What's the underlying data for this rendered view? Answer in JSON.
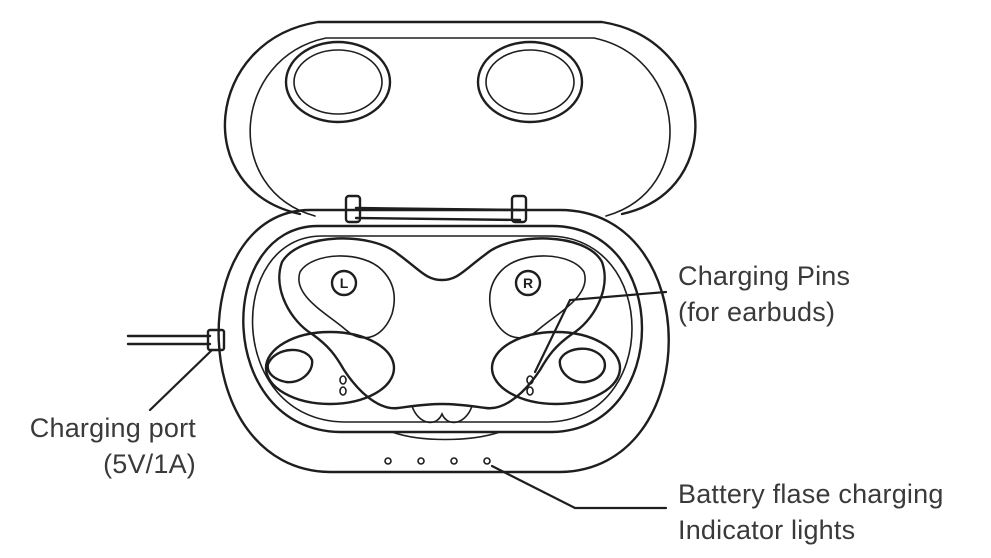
{
  "callouts": {
    "charging_pins": {
      "line1": "Charging Pins",
      "line2": "(for earbuds)"
    },
    "charging_port": {
      "line1": "Charging port",
      "line2": "(5V/1A)"
    },
    "indicator_lights": {
      "line1": "Battery flase charging",
      "line2": "Indicator lights"
    }
  },
  "earbud_badges": {
    "left": "L",
    "right": "R"
  },
  "indicator_led_count": 4,
  "line_color": "#1e1e1e"
}
